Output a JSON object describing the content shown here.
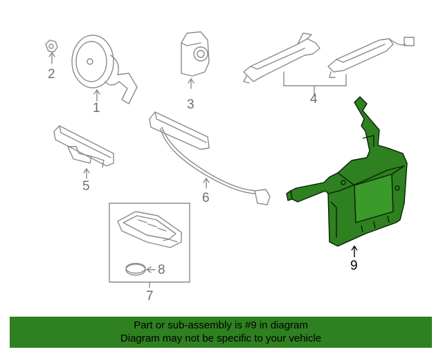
{
  "callouts": {
    "c1": "1",
    "c2": "2",
    "c3": "3",
    "c4": "4",
    "c5": "5",
    "c6": "6",
    "c7": "7",
    "c8": "8",
    "c9": "9"
  },
  "highlight_color": "#2e8020",
  "banner": {
    "line1": "Part or sub-assembly is #9 in diagram",
    "line2": "Diagram may not be specific to your vehicle"
  }
}
